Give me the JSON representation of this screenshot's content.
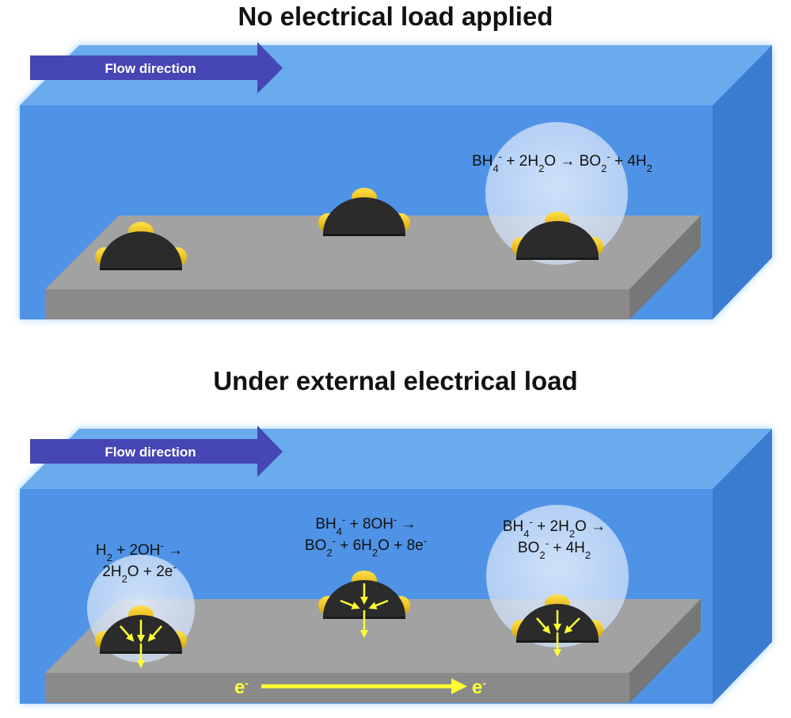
{
  "panels": {
    "top": {
      "title": "No electrical load applied",
      "flow_label": "Flow direction",
      "eq": {
        "a": "BH",
        "a_sub": "4",
        "a_sup": "-",
        "b": " + 2H",
        "b_sub": "2",
        "c": "O  → BO",
        "c_sub": "2",
        "c_sup": "-",
        "d": " + 4H",
        "d_sub": "2"
      }
    },
    "bottom": {
      "title": "Under external electrical load",
      "flow_label": "Flow direction",
      "eq_left": {
        "l1_a": "H",
        "l1_sub": "2",
        "l1_b": " + 2OH",
        "l1_sup": "-",
        "l1_c": " →",
        "l2_a": "2H",
        "l2_sub": "2",
        "l2_b": "O + 2e",
        "l2_sup": "-"
      },
      "eq_mid": {
        "l1_a": "BH",
        "l1_sub": "4",
        "l1_sup": "-",
        "l1_b": " + 8OH",
        "l1_sup2": "-",
        "l1_c": " →",
        "l2_a": "BO",
        "l2_sub": "2",
        "l2_sup": "-",
        "l2_b": " + 6H",
        "l2_sub2": "2",
        "l2_c": "O + 8e",
        "l2_sup2": "-"
      },
      "eq_right": {
        "l1_a": "BH",
        "l1_sub": "4",
        "l1_sup": "-",
        "l1_b": " + 2H",
        "l1_sub2": "2",
        "l1_c": "O  →",
        "l2_a": "BO",
        "l2_sub": "2",
        "l2_sup": "-",
        "l2_b": " + 4H",
        "l2_sub2": "2"
      },
      "electron_start": "e",
      "electron_start_sup": "-",
      "electron_end": "e",
      "electron_end_sup": "-"
    }
  },
  "colors": {
    "water_front": "#4f93e6",
    "water_top": "#6aabee",
    "water_side": "#3a7cd0",
    "water_glow": "#9dd0fb",
    "slab_top": "#a2a2a2",
    "slab_front": "#8a8a8a",
    "slab_side": "#777777",
    "arrow": "#4646b4",
    "particle": "#2b2b2b",
    "gold": "#f2c40c",
    "bubble": "#d8e8fb",
    "electron": "#ffff33"
  }
}
